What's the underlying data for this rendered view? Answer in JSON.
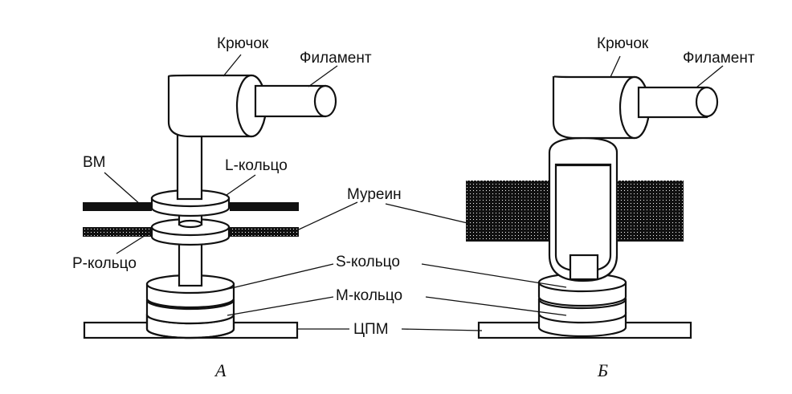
{
  "labels": {
    "hook": "Крючок",
    "filament": "Филамент",
    "om": "ВМ",
    "l_ring": "L-кольцо",
    "murein": "Муреин",
    "p_ring": "Р-кольцо",
    "s_ring": "S-кольцо",
    "m_ring": "М-кольцо",
    "cpm": "ЦПМ"
  },
  "panels": {
    "a": "А",
    "b": "Б"
  },
  "colors": {
    "ink": "#111111",
    "fill": "#ffffff"
  }
}
